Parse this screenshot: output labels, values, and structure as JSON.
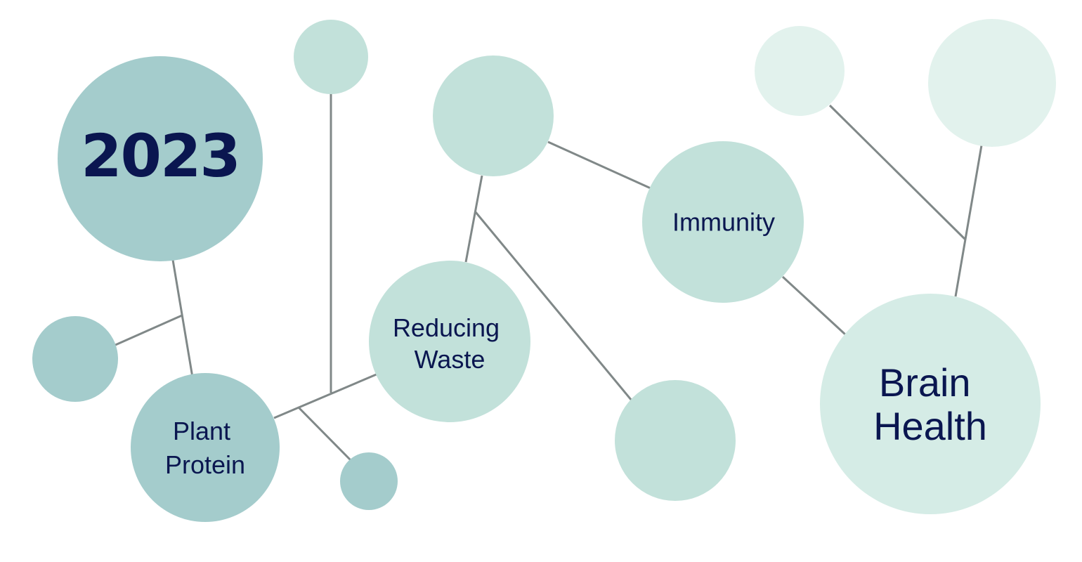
{
  "diagram": {
    "title": "2023",
    "topics": {
      "plant_protein": [
        "Plant",
        "Protein"
      ],
      "reducing_waste": [
        "Reducing",
        "Waste"
      ],
      "immunity": [
        "Immunity"
      ],
      "brain_health": [
        "Brain",
        "Health"
      ]
    },
    "colors": {
      "dark_teal": "#a4cccc",
      "mid_teal": "#c2e1da",
      "light_teal": "#d5ece6",
      "pale_teal": "#e2f2ed",
      "line": "#808888",
      "text": "#0a1650"
    }
  }
}
